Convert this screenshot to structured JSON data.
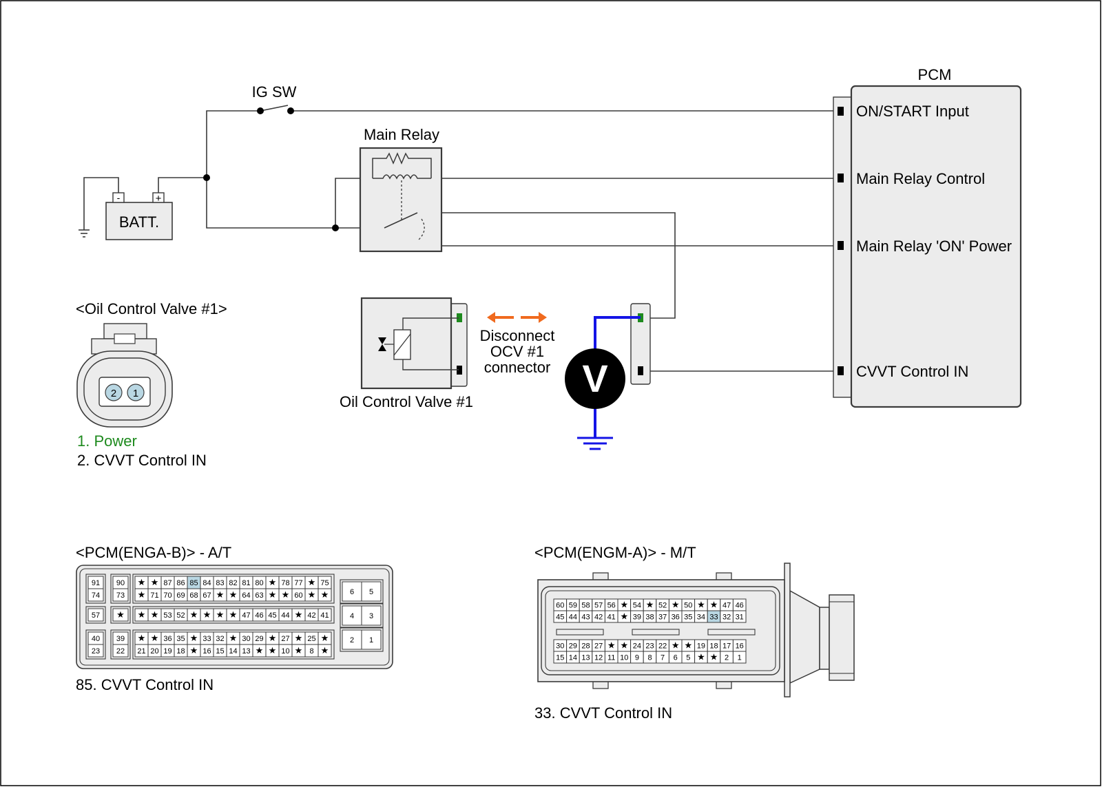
{
  "colors": {
    "wire": "#3a3a3a",
    "meter_probe": "#1414e6",
    "arrow": "#f06a1e",
    "power_pin": "#1e8a1e",
    "highlight_pin": "#b9d7e3",
    "panel_fill": "#ececec"
  },
  "labels": {
    "pcm": "PCM",
    "ig_sw": "IG SW",
    "main_relay": "Main Relay",
    "batt": "BATT.",
    "batt_minus": "-",
    "batt_plus": "+",
    "ocv_title": "<Oil Control Valve #1>",
    "ocv_caption": "Oil Control Valve #1",
    "disconnect": [
      "Disconnect",
      "OCV #1",
      "connector"
    ],
    "meter": "V",
    "pcm_engab_title": "<PCM(ENGA-B)> - A/T",
    "pcm_engma_title": "<PCM(ENGM-A)> - M/T",
    "pcm_engab_note": "85. CVVT Control IN",
    "pcm_engma_note": "33. CVVT Control IN"
  },
  "pcm_terminals": [
    "ON/START Input",
    "Main Relay Control",
    "Main Relay 'ON' Power",
    "CVVT Control IN"
  ],
  "ocv_pins": {
    "pin_labels": [
      "2",
      "1"
    ],
    "legend": [
      "1. Power",
      "2. CVVT Control IN"
    ]
  },
  "engab": {
    "highlight": "85",
    "star": "★",
    "left_single": [
      [
        "91",
        "74"
      ],
      [
        "57"
      ],
      [
        "40",
        "23"
      ]
    ],
    "left_pair": [
      [
        "90",
        "73"
      ],
      [
        "★"
      ],
      [
        "39",
        "22"
      ]
    ],
    "blocks": [
      [
        [
          "★",
          "★",
          "87",
          "86",
          "85",
          "84",
          "83",
          "82",
          "81",
          "80",
          "★",
          "78",
          "77",
          "★",
          "75"
        ],
        [
          "★",
          "71",
          "70",
          "69",
          "68",
          "67",
          "★",
          "★",
          "64",
          "63",
          "★",
          "★",
          "60",
          "★",
          "★"
        ]
      ],
      [
        [
          "★",
          "★",
          "53",
          "52",
          "★",
          "★",
          "★",
          "★",
          "47",
          "46",
          "45",
          "44",
          "★",
          "42",
          "41"
        ]
      ],
      [
        [
          "★",
          "★",
          "36",
          "35",
          "★",
          "33",
          "32",
          "★",
          "30",
          "29",
          "★",
          "27",
          "★",
          "25",
          "★"
        ],
        [
          "21",
          "20",
          "19",
          "18",
          "★",
          "16",
          "15",
          "14",
          "13",
          "★",
          "★",
          "10",
          "★",
          "8",
          "★"
        ]
      ]
    ],
    "right": [
      [
        "6",
        "5"
      ],
      [
        "4",
        "3"
      ],
      [
        "2",
        "1"
      ]
    ]
  },
  "engma": {
    "highlight": "33",
    "top": [
      [
        "60",
        "59",
        "58",
        "57",
        "56",
        "★",
        "54",
        "★",
        "52",
        "★",
        "50",
        "★",
        "★",
        "47",
        "46"
      ],
      [
        "45",
        "44",
        "43",
        "42",
        "41",
        "★",
        "39",
        "38",
        "37",
        "36",
        "35",
        "34",
        "33",
        "32",
        "31"
      ]
    ],
    "bottom": [
      [
        "30",
        "29",
        "28",
        "27",
        "★",
        "★",
        "24",
        "23",
        "22",
        "★",
        "★",
        "19",
        "18",
        "17",
        "16"
      ],
      [
        "15",
        "14",
        "13",
        "12",
        "11",
        "10",
        "9",
        "8",
        "7",
        "6",
        "5",
        "★",
        "★",
        "2",
        "1"
      ]
    ]
  }
}
